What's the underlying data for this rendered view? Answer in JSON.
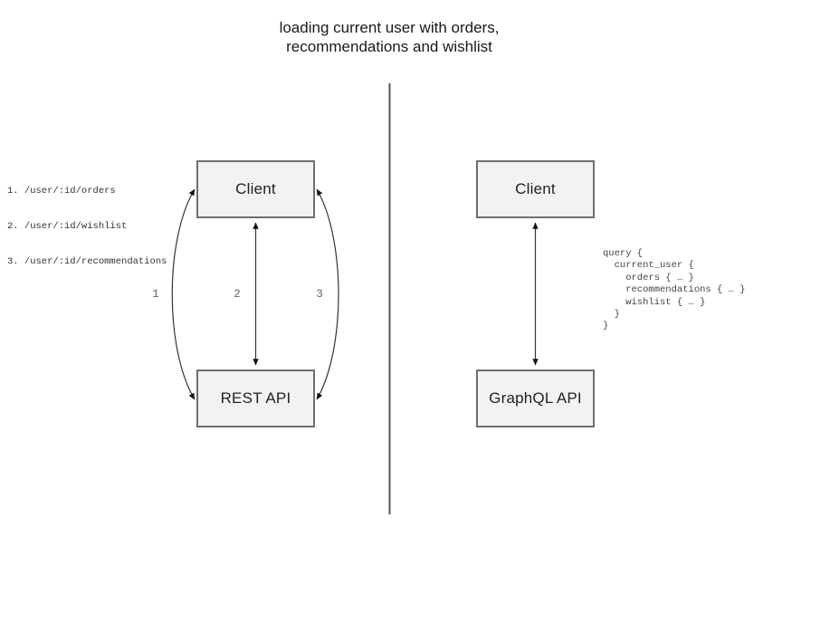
{
  "title": "loading current user with orders,\nrecommendations and wishlist",
  "rest_panel": {
    "endpoints": [
      "1. /user/:id/orders",
      "2. /user/:id/wishlist",
      "3. /user/:id/recommendations"
    ],
    "client_label": "Client",
    "api_label": "REST API",
    "arrow_labels": [
      "1",
      "2",
      "3"
    ]
  },
  "graphql_panel": {
    "client_label": "Client",
    "api_label": "GraphQL API",
    "query": "query {\n  current_user {\n    orders { … }\n    recommendations { … }\n    wishlist { … }\n  }\n}"
  },
  "colors": {
    "box_fill": "#f2f2f2",
    "box_border": "#6e6e6e",
    "arrow": "#333333",
    "arrowhead": "#111111",
    "divider": "#555555",
    "muted_text": "#666666"
  }
}
